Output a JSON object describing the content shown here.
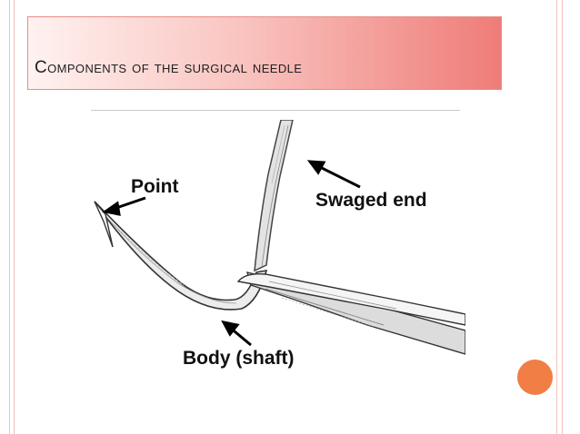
{
  "slide": {
    "title": "Components of the surgical needle"
  },
  "figure": {
    "labels": {
      "point": "Point",
      "swaged_end": "Swaged end",
      "body": "Body (shaft)"
    }
  },
  "colors": {
    "title_gradient_start": "#fff2f0",
    "title_gradient_end": "#ef7c78",
    "title_border": "#e88c84",
    "frame_line": "#f2c2b8",
    "accent_circle": "#f07e45"
  },
  "icons": {
    "decoration": "orange-circle"
  }
}
